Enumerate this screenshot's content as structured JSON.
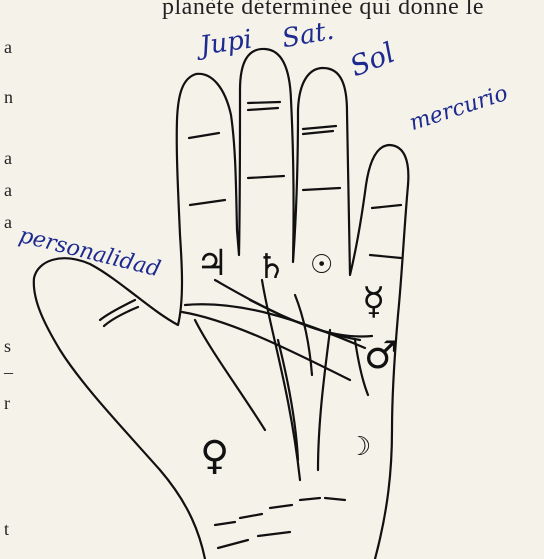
{
  "printed_text": {
    "top_line": "planète déterminée qui donne le",
    "left_margin_letters": [
      "a",
      "n",
      "a",
      "a",
      "a",
      "s",
      "–",
      "r",
      "t"
    ]
  },
  "symbols": {
    "jupiter": "♃",
    "saturn": "♄",
    "sun": "☉",
    "mercury": "☿",
    "mars": "♂",
    "venus": "♀",
    "moon": "☽"
  },
  "handwritten_notes": {
    "jupiter": "Jupi",
    "saturn": "Sat.",
    "sol": "Sol",
    "mercury": "mercurio",
    "thumb": "personalidad"
  },
  "colors": {
    "ink": "#111111",
    "pen": "#1d2a8f",
    "paper": "#f5f2ea"
  }
}
